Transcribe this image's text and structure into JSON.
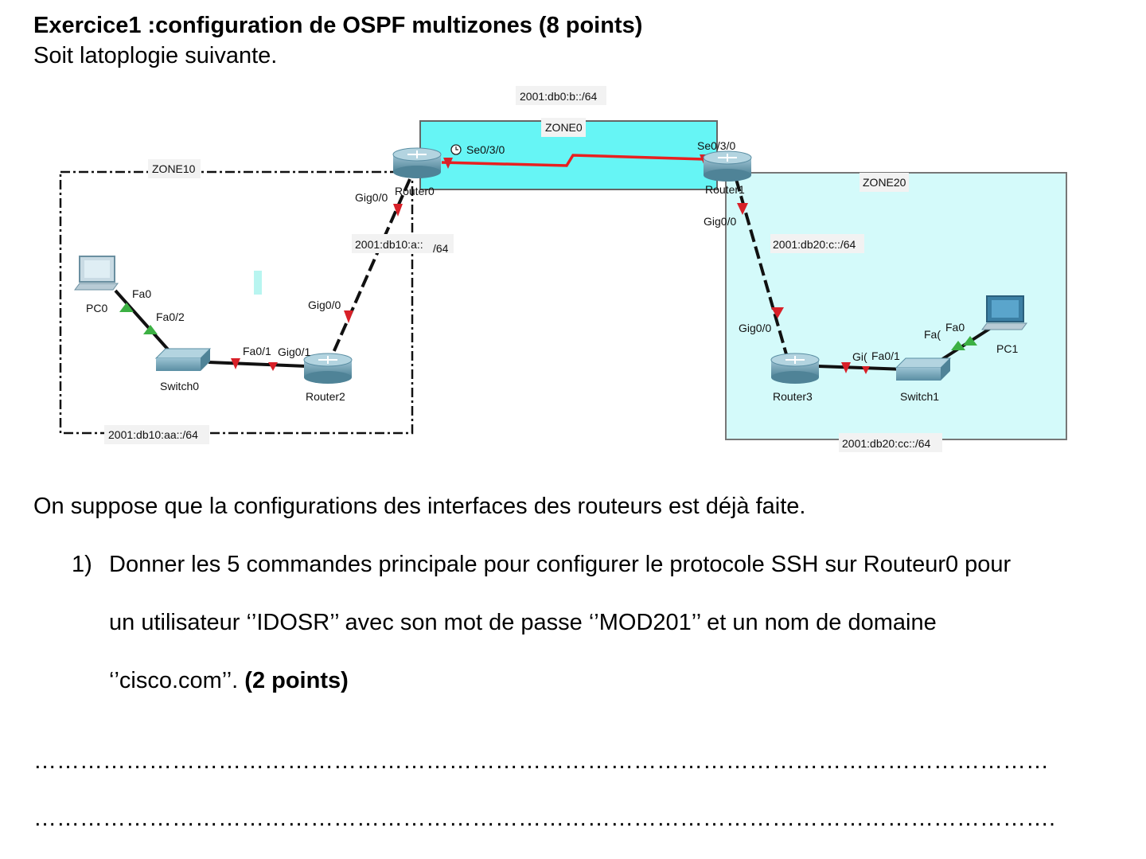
{
  "doc": {
    "title": "Exercice1 :configuration de OSPF multizones (8 points)",
    "subtitle": "Soit latoplogie suivante.",
    "intro": "On suppose que la configurations des interfaces des routeurs est déjà faite.",
    "question": {
      "number": "1)",
      "line1": "Donner les 5 commandes principale pour configurer le protocole SSH sur Routeur0 pour",
      "line2": "un utilisateur ‘’IDOSR’’ avec son mot de passe ‘’MOD201’’ et un nom de domaine",
      "line3_text": "‘’cisco.com’’. ",
      "line3_points": "(2 points)"
    },
    "answer_line1": "……………………………………………………………………………………………………………………",
    "answer_line2": "……………………………………………………………………………………………………………………."
  },
  "topology": {
    "zones": {
      "zone0": "ZONE0",
      "zone10": "ZONE10",
      "zone20": "ZONE20"
    },
    "networks": {
      "b": "2001:db0:b::/64",
      "a": "2001:db10:a::",
      "a_mask": "/64",
      "aa": "2001:db10:aa::/64",
      "c": "2001:db20:c::/64",
      "cc": "2001:db20:cc::/64"
    },
    "devices": {
      "router0": "Router0",
      "router1": "Router1",
      "router2": "Router2",
      "router3": "Router3",
      "switch0": "Switch0",
      "switch1": "Switch1",
      "pc0": "PC0",
      "pc1": "PC1"
    },
    "interfaces": {
      "r0_se": "Se0/3/0",
      "r1_se": "Se0/3/0",
      "r0_gig": "Gig0/0",
      "r1_gig": "Gig0/0",
      "r2_gig0": "Gig0/0",
      "r2_gig1": "Gig0/1",
      "sw0_fa1": "Fa0/1",
      "sw0_fa2": "Fa0/2",
      "pc0_fa": "Fa0",
      "r3_gig0": "Gig0/0",
      "r3_gig1": "Gi(",
      "sw1_fa1": "Fa0/1",
      "sw1_fa": "Fa(",
      "pc1_fa": "Fa0"
    },
    "colors": {
      "zone0_fill": "#66f5f5",
      "zone20_fill": "#d4fafa",
      "serial_link": "#e82020",
      "link_down": "#d82028",
      "link_up": "#3cb043",
      "device": "#6fa3b8"
    }
  }
}
